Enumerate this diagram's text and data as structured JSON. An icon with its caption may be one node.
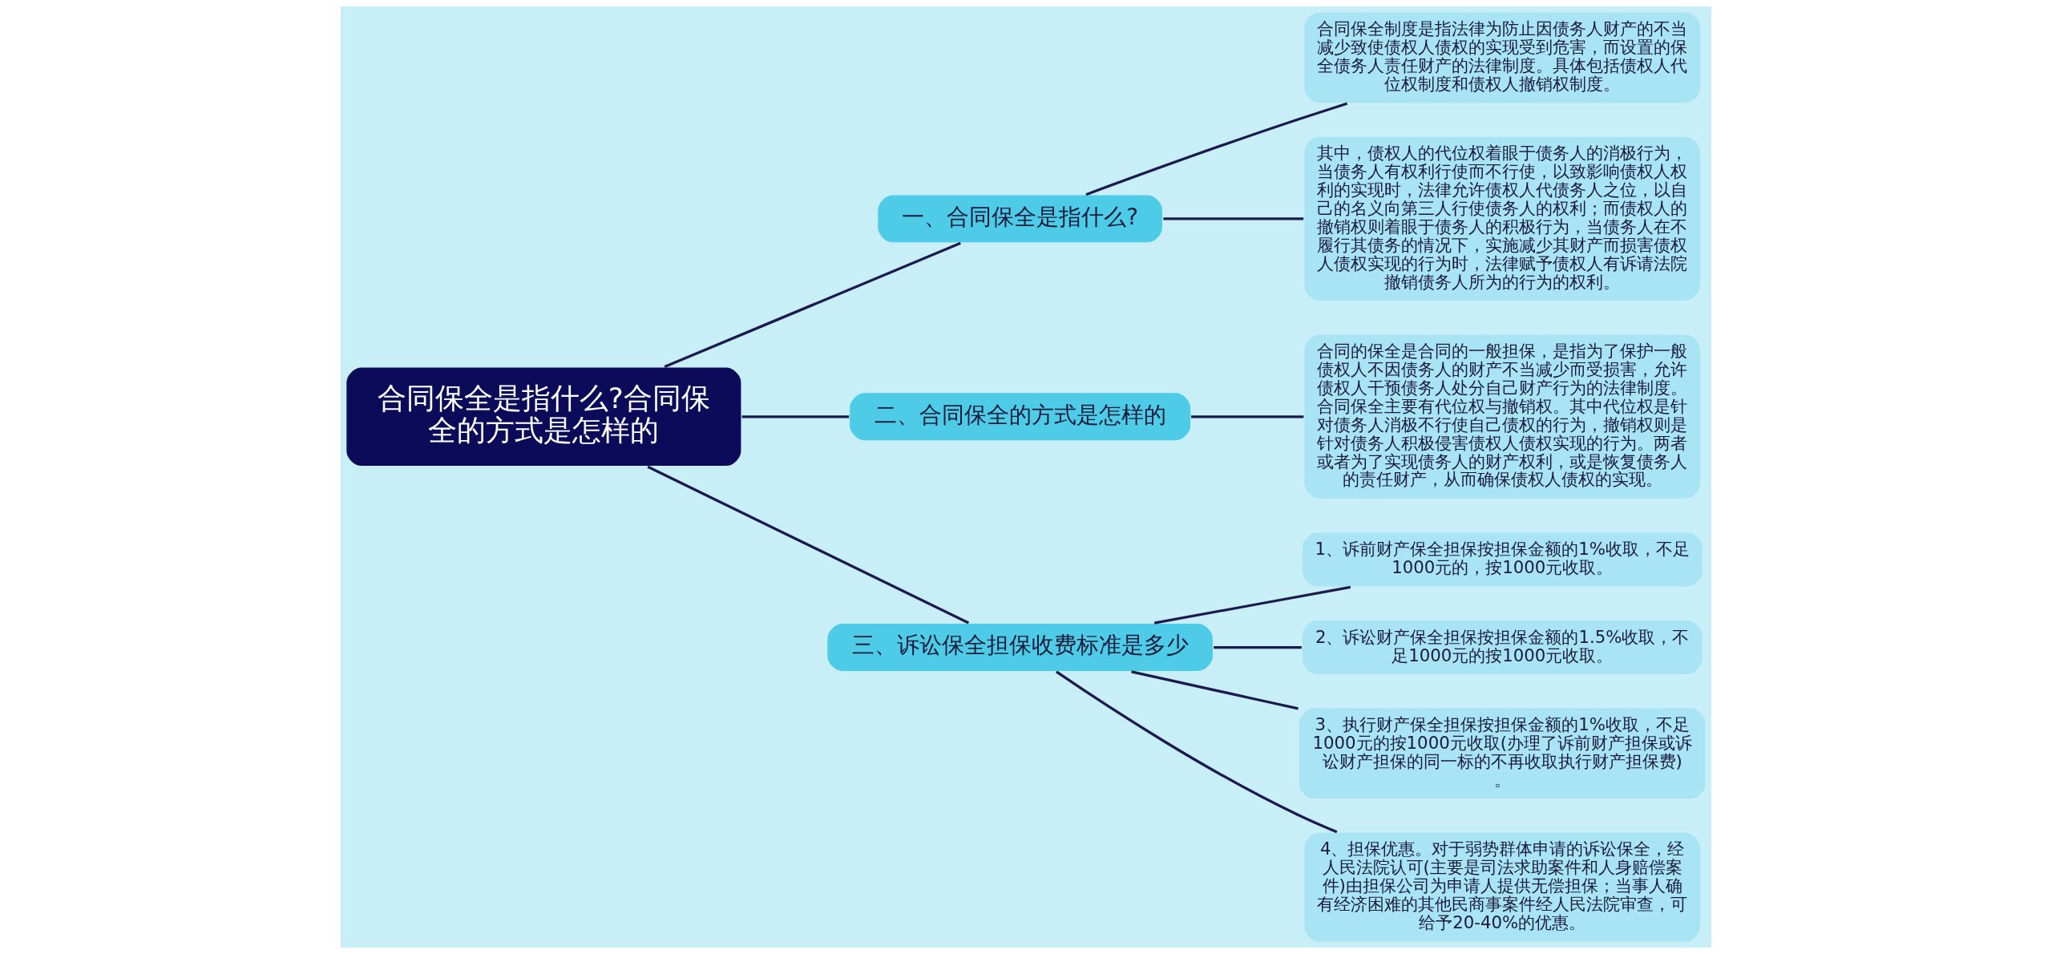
{
  "diagram": {
    "nodes": [
      {
        "text": [
          "合同保全是指什么?合同保全的方式是怎样的"
        ]
      },
      {
        "text": [
          "一、合同保全是指什么?"
        ]
      },
      {
        "text": [
          "合同保全制度是指法律为防止因债务人财产的不当减少致使债权人债权的实现受到危害，而设置的保全债务人责任财产的法律制度。具体包括债权人代位权制度和债权人撤销权制度。"
        ]
      },
      {
        "text": [
          "其中，债权人的代位权着眼于债务人的消极行为，当债务人有权利行使而不行使，以致影响债权人权利的实现时，法律允许债权人代债务人之位，以自己的名义向第三人行使债务人的权利；而债权人的撤销权则着眼于债务人的积极行为，当债务人在不履行其债务的情况下，实施减少其财产而损害债权人债权实现的行为时，法律赋予债权人有诉请法院撤销债务人所为的行为的权利。"
        ]
      },
      {
        "text": [
          "二、合同保全的方式是怎样的"
        ]
      },
      {
        "text": [
          "合同的保全是合同的一般担保，是指为了保护一般债权人不因债务人的财产不当减少而受损害，允许债权人干预债务人处分自己财产行为的法律制度。合同保全主要有代位权与撤销权。其中代位权是针对债务人消极不行使自己债权的行为，撤销权则是针对债务人积极侵害债权人债权实现的行为。两者或者为了实现债务人的财产权利，或是恢复债务人的责任财产，从而确保债权人债权的实现。"
        ]
      },
      {
        "text": [
          "三、诉讼保全担保收费标准是多少"
        ]
      },
      {
        "text": [
          "1、诉前财产保全担保按担保金额的1%收取，不足1000元的，按1000元收取。"
        ]
      },
      {
        "text": [
          "2、诉讼财产保全担保按担保金额的1.5%收取，不足1000元的按1000元收取。"
        ]
      },
      {
        "text": [
          "3、执行财产保全担保按担保金额的1%收取，不足1000元的按1000元收取(办理了诉前财产担保或诉讼财产担保的同一标的不再收取执行财产担保费)。"
        ]
      },
      {
        "text": [
          "4、担保优惠。对于弱势群体申请的诉讼保全，经人民法院认可(主要是司法求助案件和人身赔偿案件)由担保公司为申请人提供无偿担保；当事人确有经济困难的其他民商事案件经人民法院审查，可给予20-40%的优惠。"
        ]
      }
    ],
    "edges": [
      {
        "from": 0,
        "to": 1,
        "arrow": "none"
      },
      {
        "from": 1,
        "to": 2,
        "arrow": "none"
      },
      {
        "from": 1,
        "to": 3,
        "arrow": "none"
      },
      {
        "from": 0,
        "to": 4,
        "arrow": "none"
      },
      {
        "from": 4,
        "to": 5,
        "arrow": "none"
      },
      {
        "from": 0,
        "to": 6,
        "arrow": "none"
      },
      {
        "from": 6,
        "to": 7,
        "arrow": "none"
      },
      {
        "from": 6,
        "to": 8,
        "arrow": "none"
      },
      {
        "from": 6,
        "to": 9,
        "arrow": "none"
      },
      {
        "from": 6,
        "to": 10,
        "arrow": "none"
      }
    ]
  }
}
